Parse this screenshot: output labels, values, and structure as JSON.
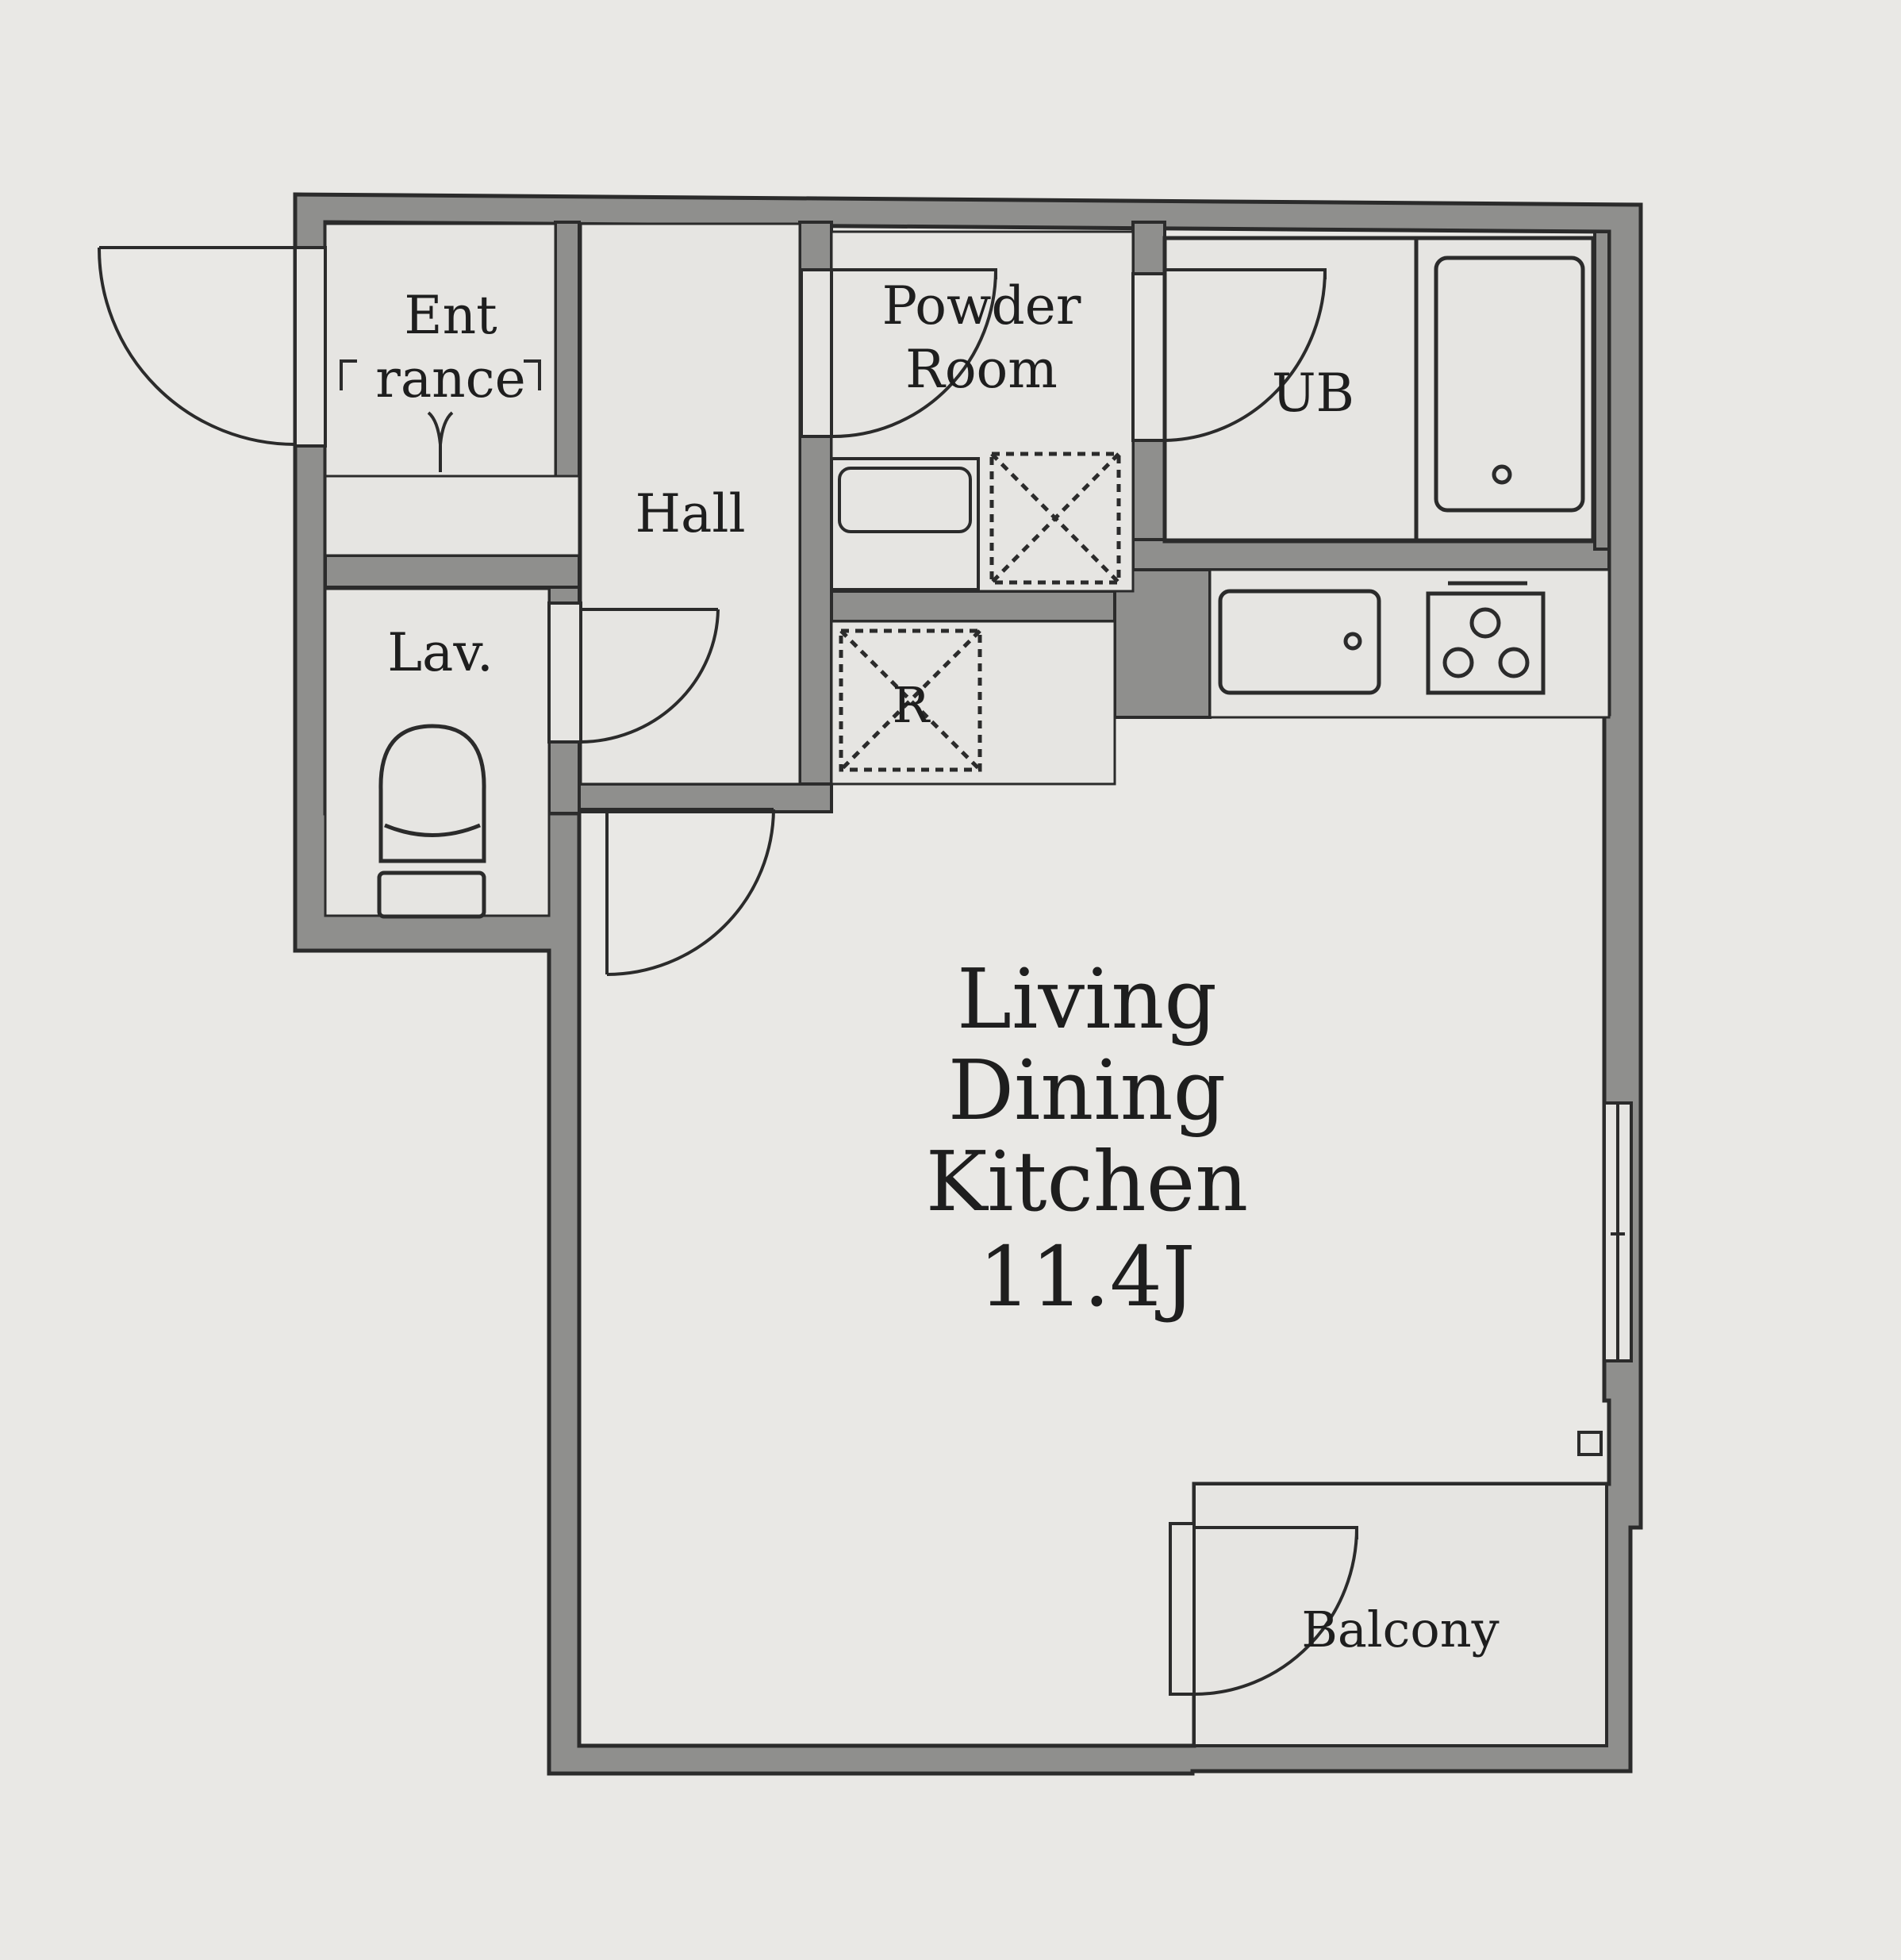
{
  "rooms": {
    "entrance": [
      "Ent",
      "rance"
    ],
    "hall": "Hall",
    "powder_room": [
      "Powder",
      "Room"
    ],
    "unit_bath": "UB",
    "lavatory": "Lav.",
    "refrigerator_space": "R",
    "living_dining_kitchen": [
      "Living",
      "Dining",
      "Kitchen",
      "11.4J"
    ],
    "balcony": "Balcony"
  },
  "colors": {
    "paper": "#e9e8e5",
    "wall_fill": "#8f8f8d",
    "line": "#2b2b2b",
    "text": "#1e1e1e"
  }
}
